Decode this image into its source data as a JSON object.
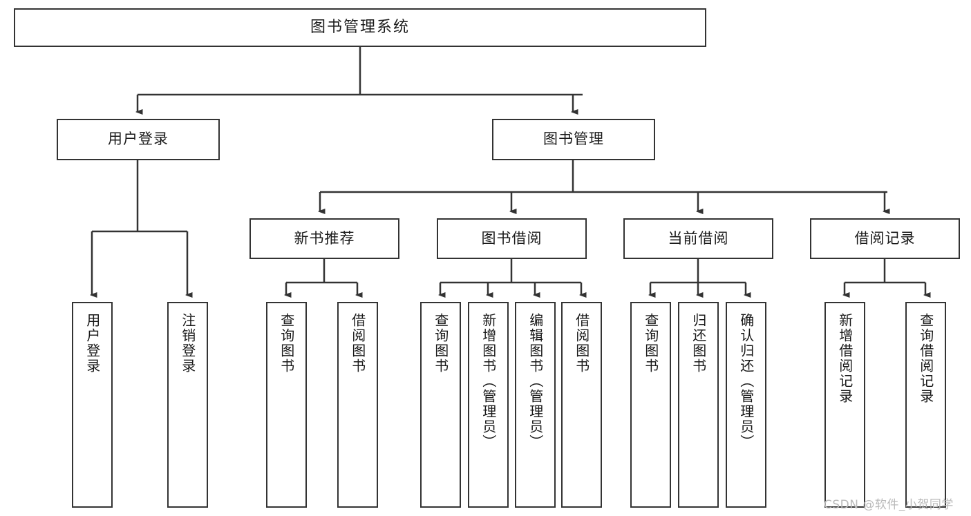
{
  "diagram": {
    "type": "tree-hierarchy-chart",
    "title_node": {
      "label": "图书管理系统"
    },
    "level2": [
      {
        "id": "user-login",
        "label": "用户登录"
      },
      {
        "id": "book-manage",
        "label": "图书管理"
      }
    ],
    "level3": [
      {
        "id": "new-book-recommend",
        "label": "新书推荐",
        "parent": "book-manage"
      },
      {
        "id": "book-borrow",
        "label": "图书借阅",
        "parent": "book-manage"
      },
      {
        "id": "current-borrow",
        "label": "当前借阅",
        "parent": "book-manage"
      },
      {
        "id": "borrow-record",
        "label": "借阅记录",
        "parent": "book-manage"
      }
    ],
    "leaves": [
      {
        "id": "leaf-user-login",
        "label": "用户登录",
        "parent": "user-login"
      },
      {
        "id": "leaf-user-logout",
        "label": "注销登录",
        "parent": "user-login"
      },
      {
        "id": "leaf-query-book-1",
        "label": "查询图书",
        "parent": "new-book-recommend"
      },
      {
        "id": "leaf-borrow-book-1",
        "label": "借阅图书",
        "parent": "new-book-recommend"
      },
      {
        "id": "leaf-query-book-2",
        "label": "查询图书",
        "parent": "book-borrow"
      },
      {
        "id": "leaf-add-book",
        "label": "新增图书（管理员）",
        "parent": "book-borrow"
      },
      {
        "id": "leaf-edit-book",
        "label": "编辑图书（管理员）",
        "parent": "book-borrow"
      },
      {
        "id": "leaf-borrow-book-2",
        "label": "借阅图书",
        "parent": "book-borrow"
      },
      {
        "id": "leaf-query-book-3",
        "label": "查询图书",
        "parent": "current-borrow"
      },
      {
        "id": "leaf-return-book",
        "label": "归还图书",
        "parent": "current-borrow"
      },
      {
        "id": "leaf-confirm-return",
        "label": "确认归还（管理员）",
        "parent": "current-borrow"
      },
      {
        "id": "leaf-add-record",
        "label": "新增借阅记录",
        "parent": "borrow-record"
      },
      {
        "id": "leaf-query-record",
        "label": "查询借阅记录",
        "parent": "borrow-record"
      }
    ],
    "colors": {
      "stroke": "#333333",
      "text": "#1a1a1a",
      "background": "#ffffff",
      "watermark": "#b9b9b9"
    }
  },
  "watermark": {
    "text": "CSDN @软件_小贺同学"
  }
}
